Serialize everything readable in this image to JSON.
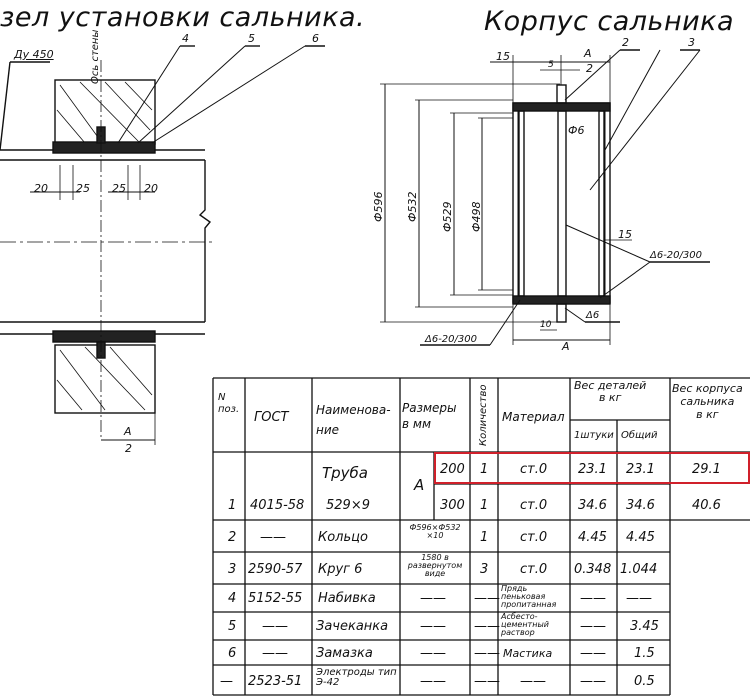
{
  "titles": {
    "left": "зел установки сальника.",
    "right": "Корпус сальника"
  },
  "left_drawing": {
    "callouts": [
      "4",
      "5",
      "6"
    ],
    "dy": "Ду 450",
    "wall_axis": "Ось стены",
    "dims": [
      "20",
      "25",
      "25",
      "20"
    ],
    "bottom_dim_num": "А",
    "bottom_dim_den": "2"
  },
  "right_drawing": {
    "callouts": [
      "2",
      "3"
    ],
    "dim_15_top": "15",
    "dim_5": "5",
    "dim_a2_num": "А",
    "dim_a2_den": "2",
    "diameters": [
      "Ф596",
      "Ф532",
      "Ф529",
      "Ф498"
    ],
    "phi6": "Ф6",
    "dim_15_mid": "15",
    "weld_right": "Δ6-20/300",
    "weld_bottom_right": "Δ6",
    "dim_10": "10",
    "weld_bottom_left": "Δ6-20/300",
    "dim_a": "А"
  },
  "table": {
    "headers": {
      "n": "N\nпоз.",
      "gost": "ГОСТ",
      "name": "Наименова-\nние",
      "size": "Размеры\nв мм",
      "qty": "Количество",
      "material": "Материал",
      "weight": "Вес деталей\nв кг",
      "weight_unit": "1штуки",
      "weight_total": "Общий",
      "body_weight": "Вес корпуса\nсальника\nв кг"
    },
    "rows": [
      {
        "n": "",
        "gost": "",
        "name": "Труба",
        "size": "А",
        "sub": "200",
        "qty": "1",
        "mat": "ст.0",
        "unit": "23.1",
        "total": "23.1",
        "body": "29.1"
      },
      {
        "n": "1",
        "gost": "4015-58",
        "name": "529×9",
        "size": "",
        "sub": "300",
        "qty": "1",
        "mat": "ст.0",
        "unit": "34.6",
        "total": "34.6",
        "body": "40.6"
      },
      {
        "n": "2",
        "gost": "——",
        "name": "Кольцо",
        "size": "Ф596×Ф532 ×10",
        "sub": "",
        "qty": "1",
        "mat": "ст.0",
        "unit": "4.45",
        "total": "4.45",
        "body": ""
      },
      {
        "n": "3",
        "gost": "2590-57",
        "name": "Круг 6",
        "size": "1580 в развернутом виде",
        "sub": "",
        "qty": "3",
        "mat": "ст.0",
        "unit": "0.348",
        "total": "1.044",
        "body": ""
      },
      {
        "n": "4",
        "gost": "5152-55",
        "name": "Набивка",
        "size": "——",
        "sub": "",
        "qty": "——",
        "mat": "Прядь пеньковая пропитанная",
        "unit": "——",
        "total": "——",
        "body": ""
      },
      {
        "n": "5",
        "gost": "——",
        "name": "Зачеканка",
        "size": "——",
        "sub": "",
        "qty": "——",
        "mat": "Асбесто-цементный раствор",
        "unit": "——",
        "total": "3.45",
        "body": ""
      },
      {
        "n": "6",
        "gost": "——",
        "name": "Замазка",
        "size": "——",
        "sub": "",
        "qty": "——",
        "mat": "Мастика",
        "unit": "——",
        "total": "1.5",
        "body": ""
      },
      {
        "n": "—",
        "gost": "2523-51",
        "name": "Электроды тип Э-42",
        "size": "——",
        "sub": "",
        "qty": "——",
        "mat": "——",
        "unit": "——",
        "total": "0.5",
        "body": ""
      }
    ]
  },
  "colors": {
    "ink": "#111111",
    "highlight": "#d0202a",
    "paper": "#ffffff"
  }
}
